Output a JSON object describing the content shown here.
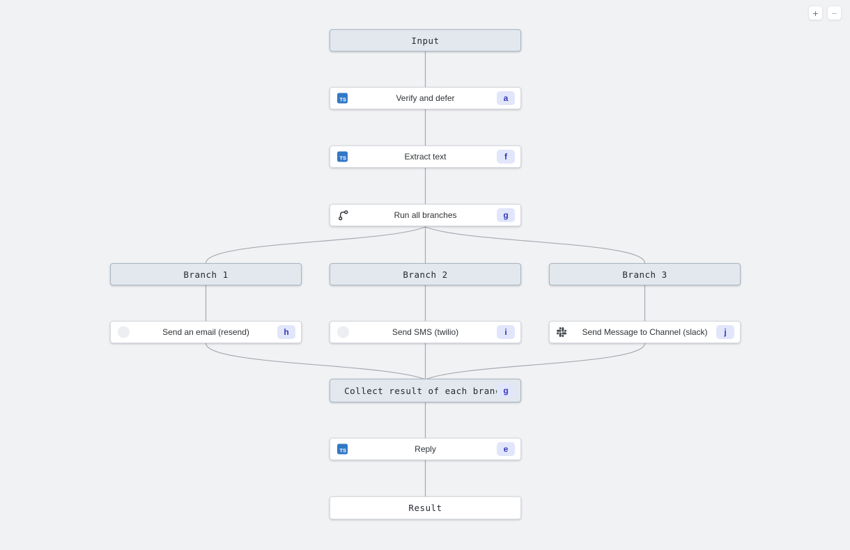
{
  "controls": {
    "zoom_in_label": "+",
    "zoom_out_label": "−"
  },
  "colors": {
    "background": "#f1f2f4",
    "node_bg": "#ffffff",
    "header_node_bg": "#e2e8ee",
    "header_node_border": "#a9b6c2",
    "edge": "#a5aab1",
    "badge_bg": "#e2e6fa",
    "badge_text": "#3438b8",
    "typescript_blue": "#3178c6",
    "slack_icon_gray": "#454a4f"
  },
  "nodes": {
    "input": {
      "label": "Input"
    },
    "verify": {
      "label": "Verify and defer",
      "badge": "a",
      "icon": "typescript-icon",
      "icon_text": "TS"
    },
    "extract": {
      "label": "Extract text",
      "badge": "f",
      "icon": "typescript-icon",
      "icon_text": "TS"
    },
    "run": {
      "label": "Run all branches",
      "badge": "g",
      "icon": "git-branch-icon"
    },
    "branch1": {
      "label": "Branch 1"
    },
    "branch2": {
      "label": "Branch 2"
    },
    "branch3": {
      "label": "Branch 3"
    },
    "email": {
      "label": "Send an email (resend)",
      "badge": "h",
      "icon": "resend-icon"
    },
    "sms": {
      "label": "Send SMS (twilio)",
      "badge": "i",
      "icon": "twilio-icon"
    },
    "slack": {
      "label": "Send Message to Channel (slack)",
      "badge": "j",
      "icon": "slack-icon"
    },
    "collect": {
      "label": "Collect result of each branch",
      "badge": "g"
    },
    "reply": {
      "label": "Reply",
      "badge": "e",
      "icon": "typescript-icon",
      "icon_text": "TS"
    },
    "result": {
      "label": "Result"
    }
  }
}
